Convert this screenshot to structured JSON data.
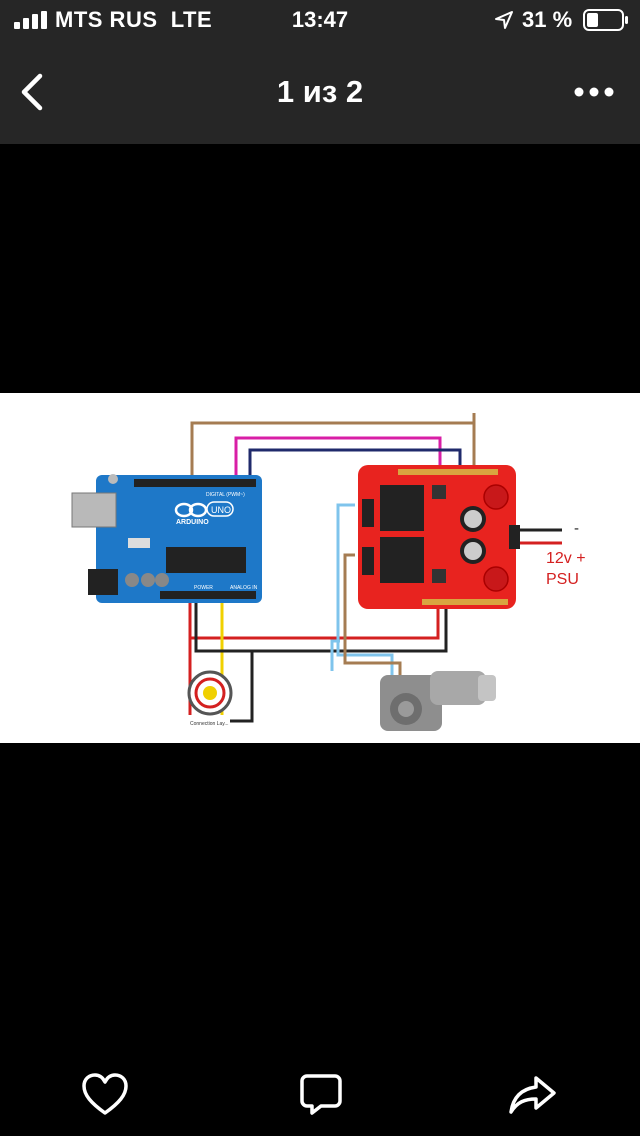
{
  "status_bar": {
    "carrier": "MTS RUS",
    "network": "LTE",
    "time": "13:47",
    "battery_percent": "31 %",
    "icons": [
      "signal-icon",
      "location-arrow-icon",
      "battery-icon"
    ]
  },
  "nav": {
    "title": "1 из 2",
    "back_icon": "chevron-left-icon",
    "more_icon": "ellipsis-icon"
  },
  "photo": {
    "labels": {
      "minus": "-",
      "voltage": "12v +",
      "psu": "PSU",
      "arduino_brand": "ARDUINO",
      "uno": "UNO",
      "digital": "DIGITAL (PWM~)",
      "power": "POWER",
      "analog": "ANALOG IN",
      "pot_caption": "Connection Lay..."
    },
    "colors": {
      "arduino": "#1e78c8",
      "shield": "#e8231f",
      "wire_brown": "#a57c52",
      "wire_magenta": "#d81ea6",
      "wire_navy": "#1f2a6b",
      "wire_red": "#d42020",
      "wire_black": "#222222",
      "wire_yellow": "#f0d000",
      "wire_lightblue": "#7fc4ec"
    }
  },
  "bottom_bar": {
    "icons": [
      "heart-icon",
      "comment-icon",
      "share-icon"
    ]
  }
}
